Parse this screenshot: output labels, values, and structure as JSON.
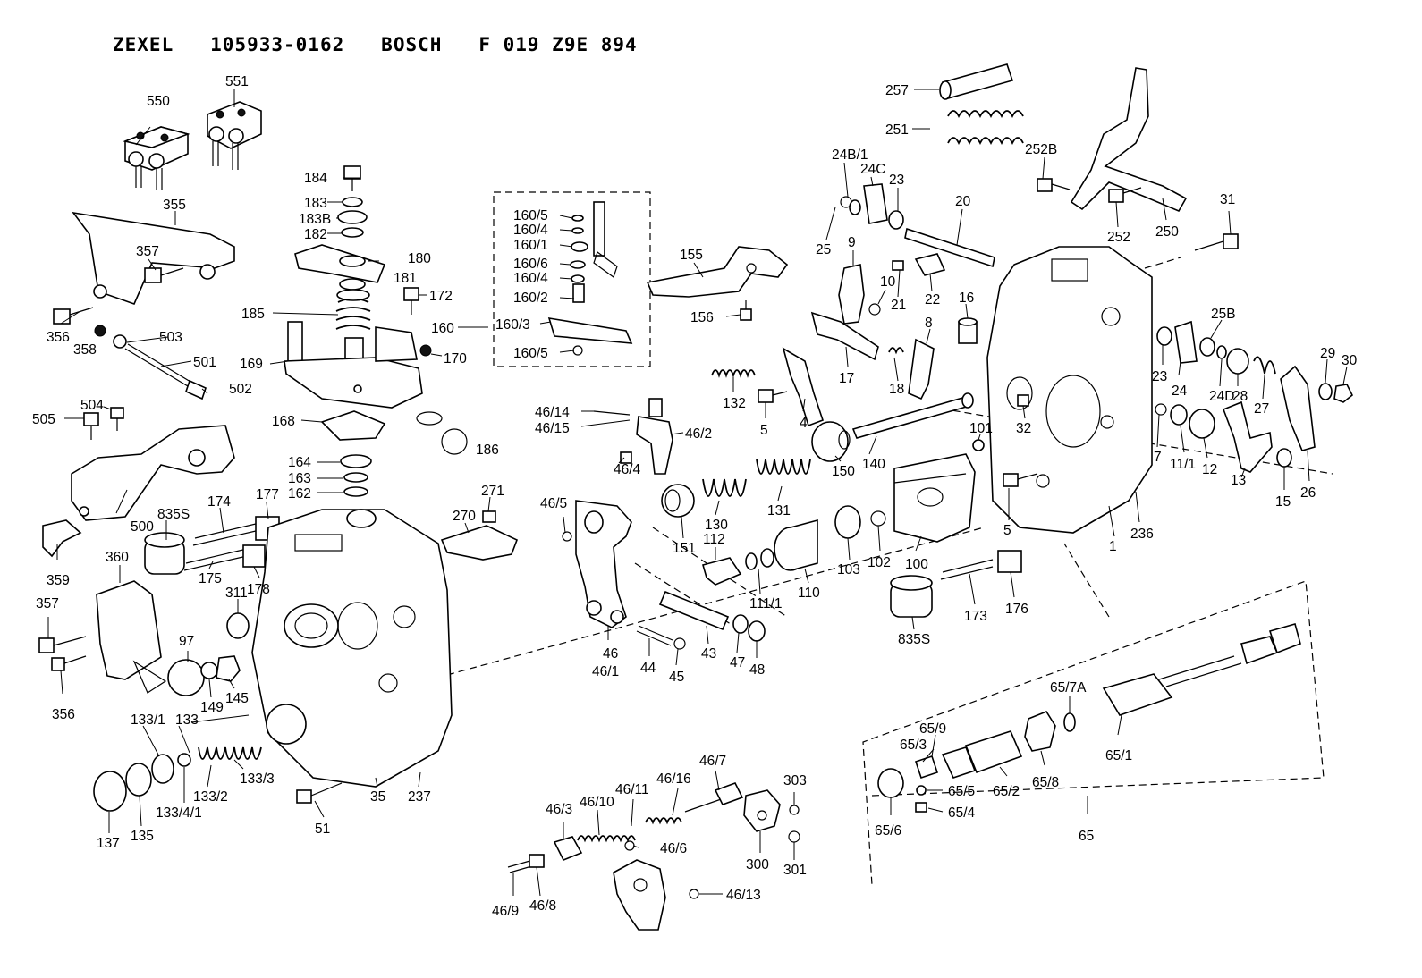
{
  "title": {
    "brand1": "ZEXEL",
    "part_no": "105933-0162",
    "brand2": "BOSCH",
    "bosch_no": "F 019 Z9E 894"
  },
  "labels": {
    "l550": "550",
    "l551": "551",
    "l355": "355",
    "l357a": "357",
    "l356a": "356",
    "l358": "358",
    "l503": "503",
    "l501": "501",
    "l502": "502",
    "l504": "504",
    "l505": "505",
    "l500": "500",
    "l359": "359",
    "l360": "360",
    "l357b": "357",
    "l356b": "356",
    "l184": "184",
    "l183": "183",
    "l183B": "183B",
    "l182": "182",
    "l180": "180",
    "l181": "181",
    "l172": "172",
    "l185": "185",
    "l169": "169",
    "l170": "170",
    "l186": "186",
    "l168": "168",
    "l164": "164",
    "l163": "163",
    "l162": "162",
    "l174": "174",
    "l177": "177",
    "l835Sa": "835S",
    "l175": "175",
    "l178": "178",
    "l311": "311",
    "l97": "97",
    "l149": "149",
    "l145": "145",
    "l133_1": "133/1",
    "l133": "133",
    "l133_3": "133/3",
    "l133_2": "133/2",
    "l133_4_1": "133/4/1",
    "l137": "137",
    "l135": "135",
    "l51": "51",
    "l35": "35",
    "l237": "237",
    "l270": "270",
    "l271": "271",
    "l160_5a": "160/5",
    "l160_4a": "160/4",
    "l160_1": "160/1",
    "l160_6": "160/6",
    "l160_4b": "160/4",
    "l160_2": "160/2",
    "l160": "160",
    "l160_3": "160/3",
    "l160_5b": "160/5",
    "l155": "155",
    "l156": "156",
    "l46_14": "46/14",
    "l46_15": "46/15",
    "l46_2": "46/2",
    "l46_4": "46/4",
    "l46_5": "46/5",
    "l46": "46",
    "l46_1": "46/1",
    "l44": "44",
    "l45": "45",
    "l43": "43",
    "l47": "47",
    "l48": "48",
    "l132": "132",
    "l5a": "5",
    "l4": "4",
    "l151": "151",
    "l130": "130",
    "l131": "131",
    "l112": "112",
    "l111_1": "111/1",
    "l110": "110",
    "l150": "150",
    "l140": "140",
    "l103": "103",
    "l102": "102",
    "l100": "100",
    "l101": "101",
    "l173": "173",
    "l176": "176",
    "l835Sb": "835S",
    "l257": "257",
    "l251": "251",
    "l24B_1": "24B/1",
    "l24C": "24C",
    "l23a": "23",
    "l20": "20",
    "l25": "25",
    "l9": "9",
    "l10": "10",
    "l21": "21",
    "l22": "22",
    "l16": "16",
    "l17": "17",
    "l18": "18",
    "l8": "8",
    "l252B": "252B",
    "l252": "252",
    "l250": "250",
    "l31": "31",
    "l32": "32",
    "l5b": "5",
    "l1": "1",
    "l236": "236",
    "l23b": "23",
    "l24": "24",
    "l25B": "25B",
    "l24D": "24D",
    "l28": "28",
    "l27": "27",
    "l29": "29",
    "l30": "30",
    "l7": "7",
    "l11_1": "11/1",
    "l12": "12",
    "l13": "13",
    "l15": "15",
    "l26": "26",
    "l65_7A": "65/7A",
    "l65_9": "65/9",
    "l65_3": "65/3",
    "l65_5": "65/5",
    "l65_4": "65/4",
    "l65_2": "65/2",
    "l65_8": "65/8",
    "l65_1": "65/1",
    "l65_6": "65/6",
    "l65": "65",
    "l46_7": "46/7",
    "l46_16": "46/16",
    "l46_11": "46/11",
    "l46_10": "46/10",
    "l46_3": "46/3",
    "l46_6": "46/6",
    "l46_9": "46/9",
    "l46_8": "46/8",
    "l46_13": "46/13",
    "l303": "303",
    "l300": "300",
    "l301": "301"
  }
}
